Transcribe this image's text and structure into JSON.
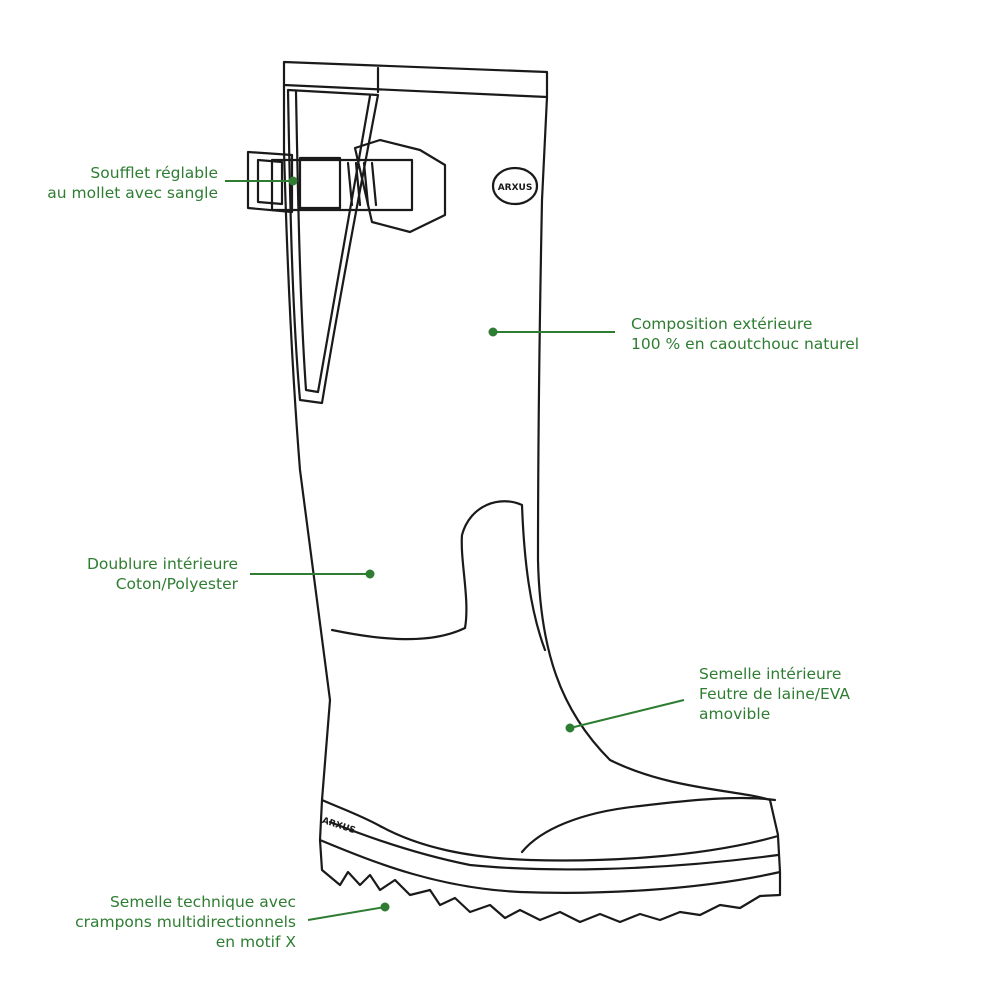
{
  "brand_logo": "ARXUS",
  "accent_color": "#2e7d32",
  "callouts": [
    {
      "id": "soufflet",
      "lines": [
        "Soufflet réglable",
        "au mollet avec sangle"
      ]
    },
    {
      "id": "composition",
      "lines": [
        "Composition extérieure",
        "100 % en caoutchouc naturel"
      ]
    },
    {
      "id": "doublure",
      "lines": [
        "Doublure intérieure",
        "Coton/Polyester"
      ]
    },
    {
      "id": "semelle-int",
      "lines": [
        "Semelle intérieure",
        "Feutre de laine/EVA",
        "amovible"
      ]
    },
    {
      "id": "semelle-tech",
      "lines": [
        "Semelle technique avec",
        "crampons multidirectionnels",
        "en motif X"
      ]
    }
  ]
}
